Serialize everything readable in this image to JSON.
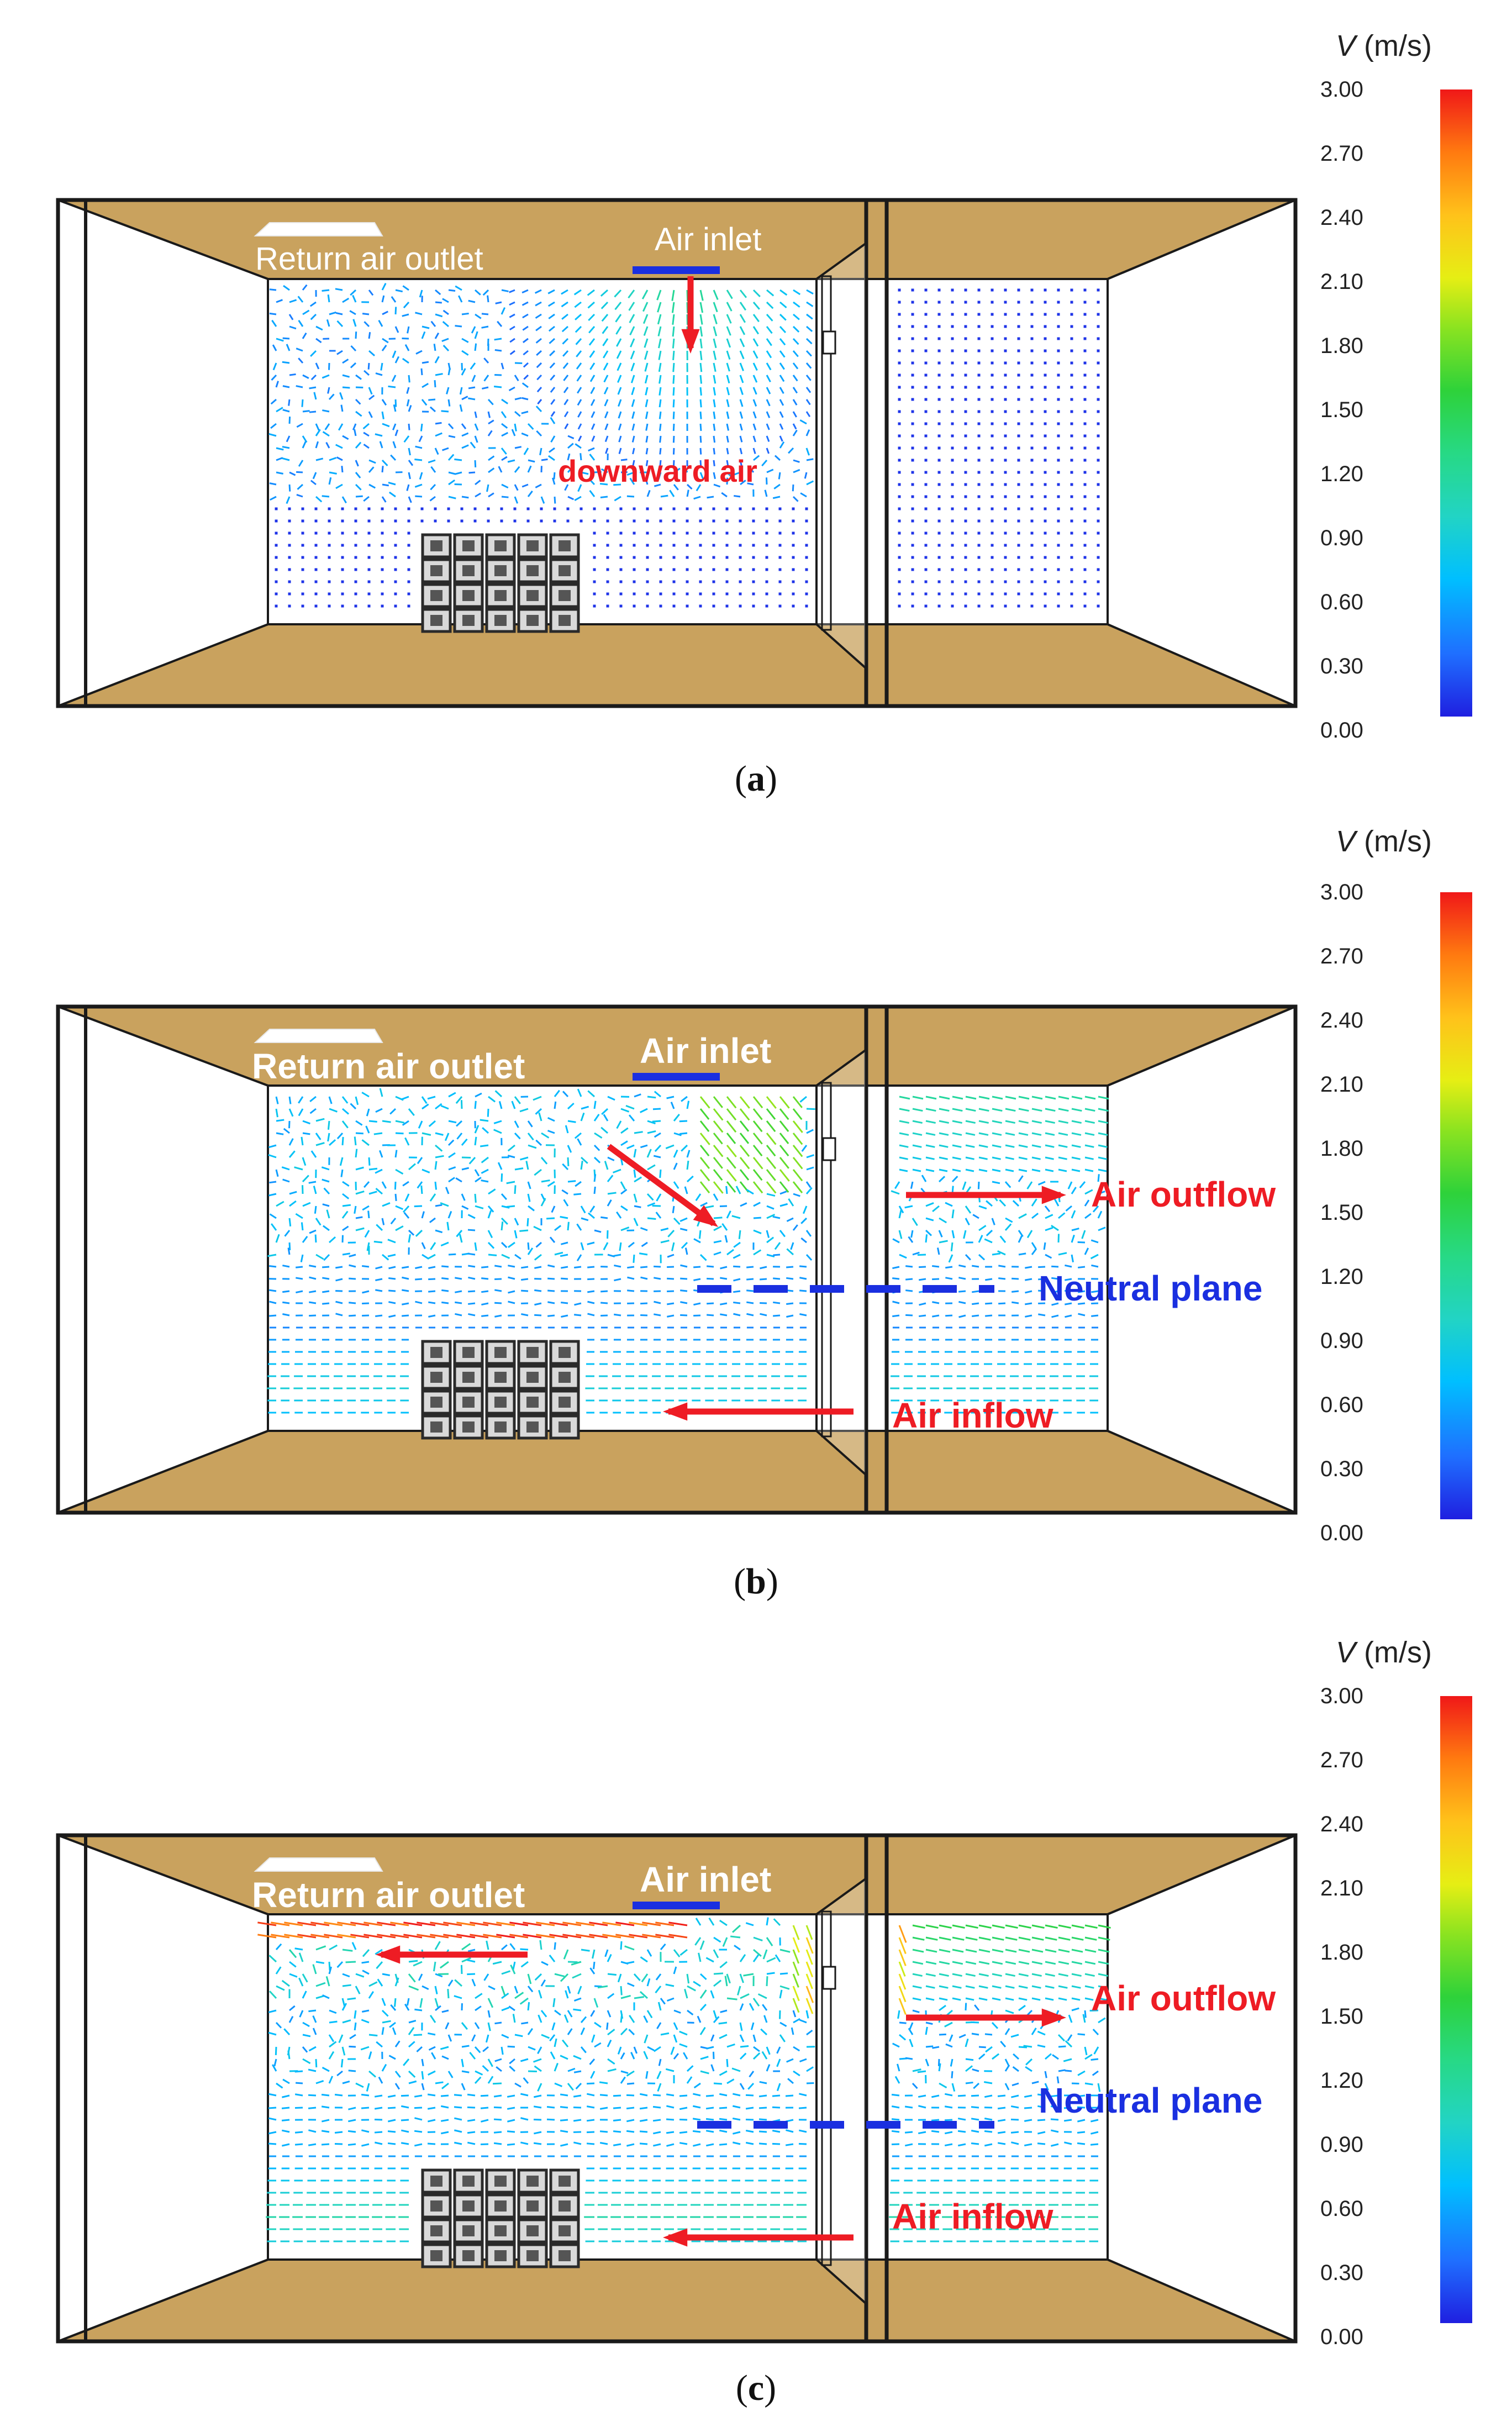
{
  "legend": {
    "unit_symbol": "V",
    "unit_text": "(m/s)",
    "ticks": [
      "3.00",
      "2.70",
      "2.40",
      "2.10",
      "1.80",
      "1.50",
      "1.20",
      "0.90",
      "0.60",
      "0.30",
      "0.00"
    ],
    "range": [
      0,
      3.0
    ]
  },
  "panels": [
    {
      "caption_letter": "a",
      "labels": {
        "return_air_outlet": "Return air outlet",
        "air_inlet": "Air inlet",
        "downward_air": "downward air"
      },
      "flow_level": 0
    },
    {
      "caption_letter": "b",
      "labels": {
        "return_air_outlet": "Return air outlet",
        "air_inlet": "Air inlet",
        "air_outflow": "Air outflow",
        "neutral_plane": "Neutral plane",
        "air_inflow": "Air inflow"
      },
      "flow_level": 1
    },
    {
      "caption_letter": "c",
      "labels": {
        "return_air_outlet": "Return air outlet",
        "air_inlet": "Air inlet",
        "air_outflow": "Air outflow",
        "neutral_plane": "Neutral plane",
        "air_inflow": "Air inflow"
      },
      "flow_level": 2
    }
  ],
  "colors": {
    "surface": "#c9a25e",
    "frame": "#1a1a1a",
    "arrow_red": "#ee1c24",
    "label_blue": "#1a2fe0"
  }
}
